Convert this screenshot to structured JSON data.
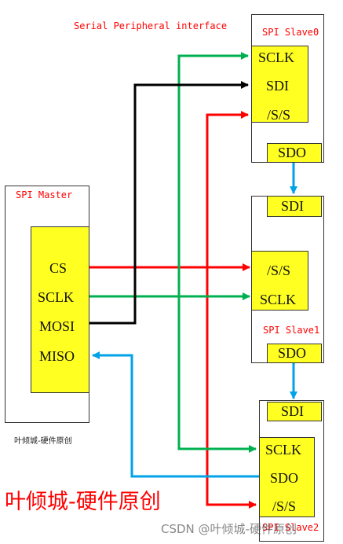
{
  "title": "Serial Peripheral interface",
  "master": {
    "title": "SPI Master",
    "pins": [
      "CS",
      "SCLK",
      "MOSI",
      "MISO"
    ]
  },
  "slave0": {
    "title": "SPI Slave0",
    "inputs": [
      "SCLK",
      "SDI",
      "/S/S"
    ],
    "output": "SDO"
  },
  "slave1": {
    "title": "SPI Slave1",
    "top": "SDI",
    "inputs": [
      "/S/S",
      "SCLK"
    ],
    "output": "SDO"
  },
  "slave2": {
    "title": "SPI Slave2",
    "top": "SDI",
    "pins": [
      "SCLK",
      "SDO",
      "/S/S"
    ]
  },
  "caption_small": "叶倾城-硬件原创",
  "watermark_big": "叶倾城-硬件原创",
  "csdn_watermark": "CSDN @叶倾城-硬件原创",
  "colors": {
    "red": "#ff0000",
    "green": "#00b050",
    "black": "#000000",
    "blue": "#00a2e8",
    "yellow": "#ffff22"
  }
}
